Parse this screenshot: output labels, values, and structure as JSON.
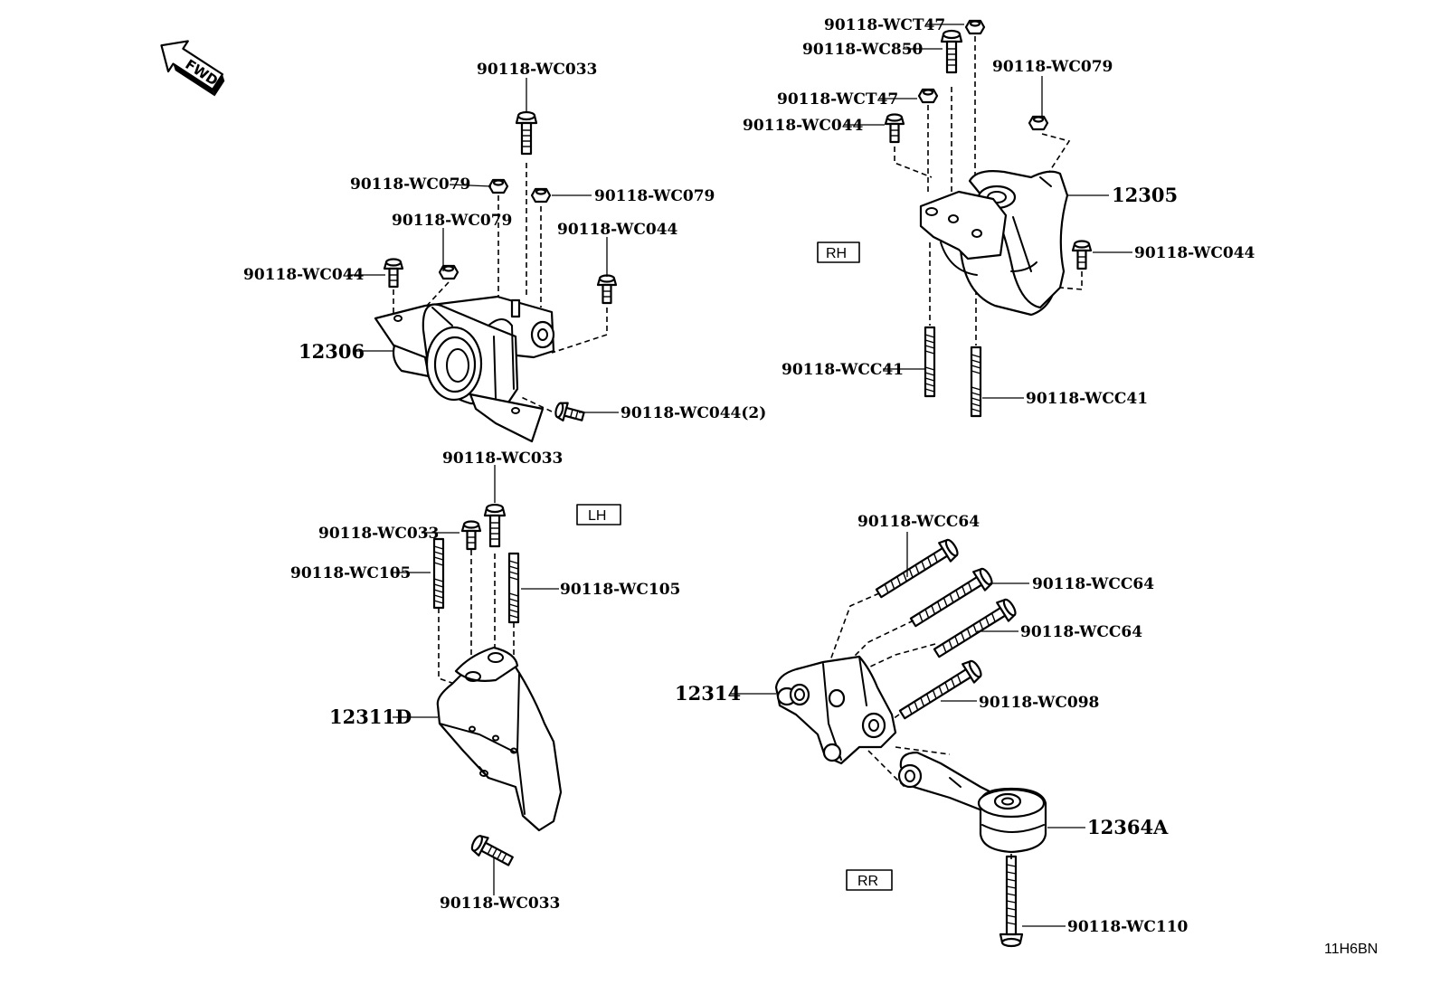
{
  "diagram": {
    "code": "11H6BN",
    "fwd_arrow_label": "FWD",
    "sections": {
      "rh": "RH",
      "lh": "LH",
      "rr": "RR"
    },
    "parts": {
      "p12306": "12306",
      "p12305": "12305",
      "p12311d": "12311D",
      "p12314": "12314",
      "p12364a": "12364A"
    },
    "callouts": {
      "lh_top_wc033": "90118-WC033",
      "lh_wc079_a": "90118-WC079",
      "lh_wc079_b": "90118-WC079",
      "lh_wc079_c": "90118-WC079",
      "lh_wc044_a": "90118-WC044",
      "lh_wc044_b": "90118-WC044",
      "lh_wc044_2": "90118-WC044(2)",
      "rh_wct47_a": "90118-WCT47",
      "rh_wc850": "90118-WC850",
      "rh_wct47_b": "90118-WCT47",
      "rh_wc044_a": "90118-WC044",
      "rh_wc079": "90118-WC079",
      "rh_wc044_b": "90118-WC044",
      "rh_wcc41_a": "90118-WCC41",
      "rh_wcc41_b": "90118-WCC41",
      "lw_wc033_a": "90118-WC033",
      "lw_wc033_b": "90118-WC033",
      "lw_wc105_a": "90118-WC105",
      "lw_wc105_b": "90118-WC105",
      "lw_wc033_c": "90118-WC033",
      "rr_wcc64_a": "90118-WCC64",
      "rr_wcc64_b": "90118-WCC64",
      "rr_wcc64_c": "90118-WCC64",
      "rr_wc098": "90118-WC098",
      "rr_wc110": "90118-WC110"
    }
  }
}
